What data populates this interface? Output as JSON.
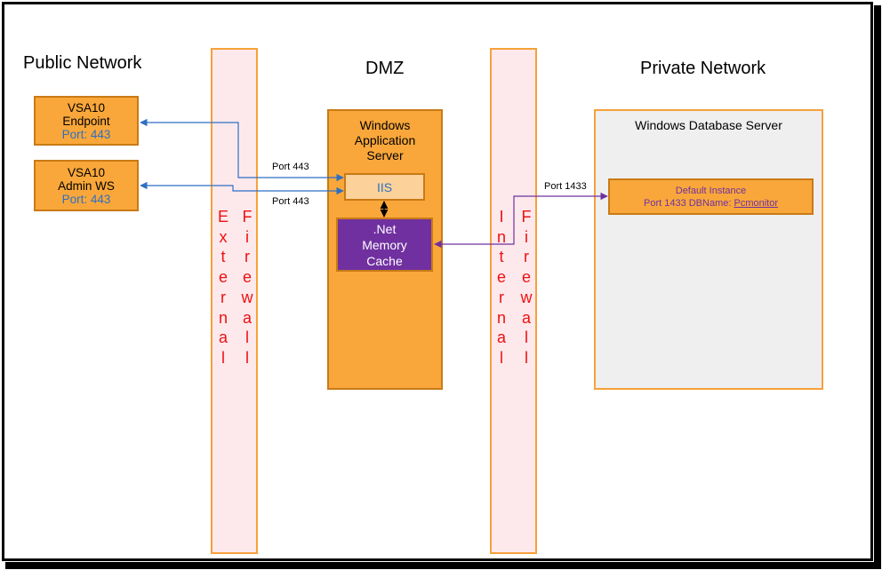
{
  "zones": {
    "public": "Public Network",
    "dmz": "DMZ",
    "private": "Private Network"
  },
  "firewalls": {
    "external": {
      "col1": [
        "E",
        "x",
        "t",
        "e",
        "r",
        "n",
        "a",
        "l"
      ],
      "col2": [
        "F",
        "i",
        "r",
        "e",
        "w",
        "a",
        "l",
        "l"
      ]
    },
    "internal": {
      "col1": [
        "I",
        "n",
        "t",
        "e",
        "r",
        "n",
        "a",
        "l"
      ],
      "col2": [
        "F",
        "i",
        "r",
        "e",
        "w",
        "a",
        "l",
        "l"
      ]
    }
  },
  "endpoint": {
    "line1": "VSA10",
    "line2": "Endpoint",
    "port": "Port: 443"
  },
  "admin": {
    "line1": "VSA10",
    "line2": "Admin WS",
    "port": "Port: 443"
  },
  "app_server": {
    "line1": "Windows",
    "line2": "Application",
    "line3": "Server"
  },
  "iis": "IIS",
  "memcache": {
    "line1": ".Net",
    "line2": "Memory",
    "line3": "Cache"
  },
  "db_server": {
    "title": "Windows Database Server"
  },
  "db_instance": {
    "line1": "Default Instance",
    "line2_prefix": "Port 1433 DBName: ",
    "dbname": "Pcmonitor"
  },
  "ports": {
    "endpoint_link": "Port 443",
    "admin_link": "Port 443",
    "db_link": "Port 1433"
  },
  "colors": {
    "box_orange": "#f9a73a",
    "firewall_pink": "#fde9ec",
    "firewall_text": "#ee1111",
    "link_blue": "#2f6fc2",
    "link_purple": "#7030a0"
  }
}
